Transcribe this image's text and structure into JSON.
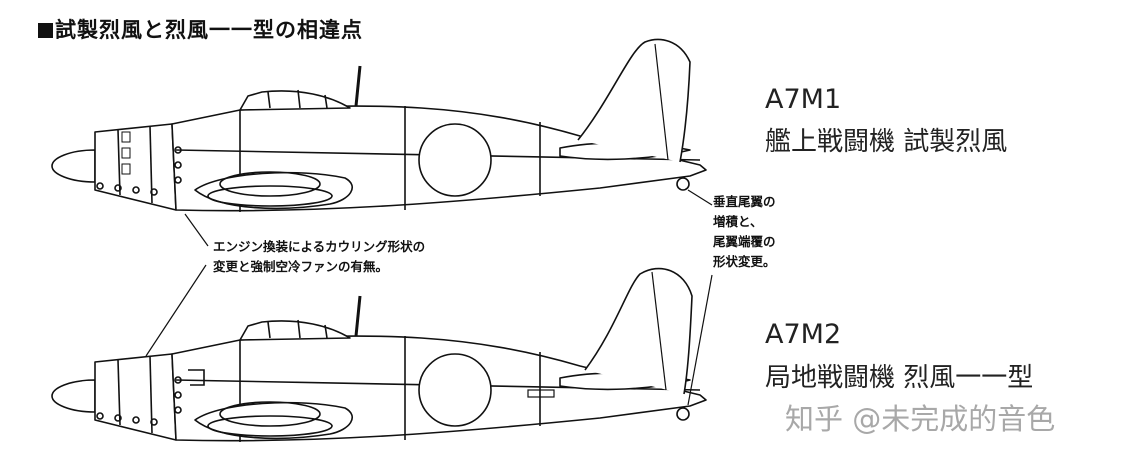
{
  "title": "試製烈風と烈風一一型の相違点",
  "aircraft": [
    {
      "code": "A7M1",
      "name": "艦上戦闘機 試製烈風"
    },
    {
      "code": "A7M2",
      "name": "局地戦闘機 烈風一一型"
    }
  ],
  "notes": {
    "engine": [
      "エンジン換装によるカウリング形状の",
      "変更と強制空冷ファンの有無。"
    ],
    "tail": [
      "垂直尾翼の",
      "増積と、",
      "尾翼端覆の",
      "形状変更。"
    ]
  },
  "watermark": "知乎 @未完成的音色"
}
